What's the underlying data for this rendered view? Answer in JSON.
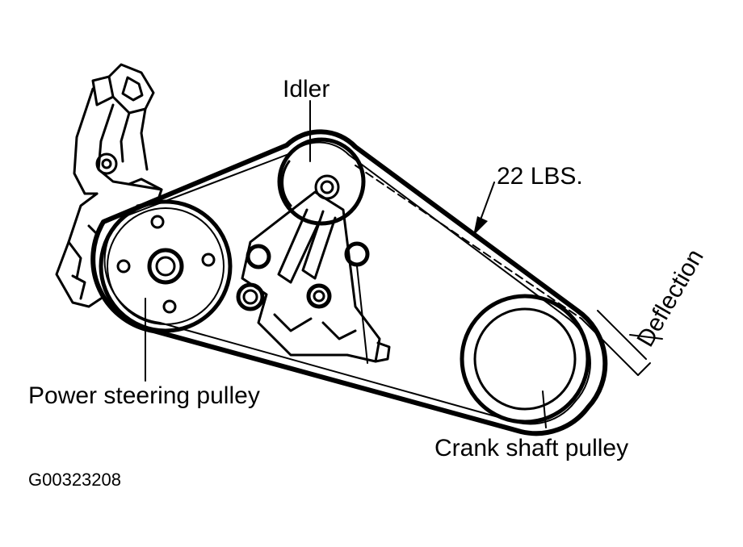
{
  "labels": {
    "idler": "Idler",
    "tension": "22 LBS.",
    "deflection": "Deflection",
    "power_steering": "Power steering pulley",
    "crank": "Crank shaft pulley",
    "figure_id": "G00323208"
  },
  "colors": {
    "ink": "#000000",
    "paper": "#ffffff"
  }
}
